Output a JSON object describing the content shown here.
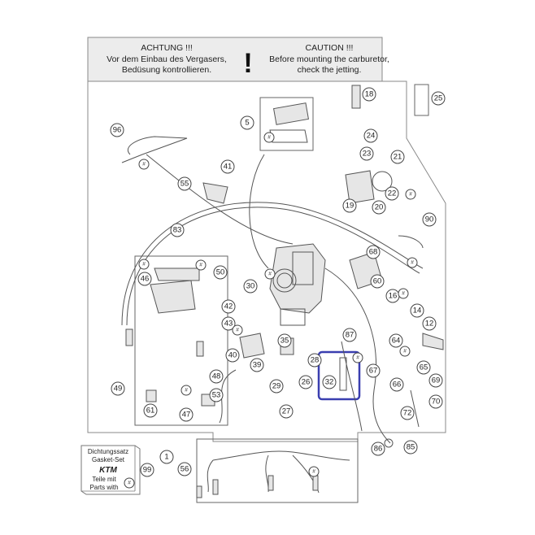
{
  "warning": {
    "de_title": "ACHTUNG !!!",
    "de_line1": "Vor dem Einbau des Vergasers,",
    "de_line2": "Bedüsung kontrollieren.",
    "symbol": "!",
    "en_title": "CAUTION !!!",
    "en_line1": "Before mounting the carburetor,",
    "en_line2": "check the jetting."
  },
  "gasket_set": {
    "line1": "Dichtungssatz",
    "line2": "Gasket-Set",
    "brand": "KTM",
    "line3": "Teile mit",
    "line4": "Parts with",
    "hash": "#"
  },
  "callouts": [
    "1",
    "5",
    "12",
    "14",
    "16",
    "18",
    "19",
    "20",
    "21",
    "22",
    "23",
    "24",
    "25",
    "26",
    "27",
    "28",
    "29",
    "30",
    "32",
    "35",
    "39",
    "40",
    "41",
    "42",
    "43",
    "46",
    "47",
    "48",
    "49",
    "50",
    "53",
    "55",
    "56",
    "60",
    "61",
    "64",
    "65",
    "66",
    "67",
    "68",
    "69",
    "70",
    "72",
    "83",
    "85",
    "86",
    "87",
    "90",
    "96",
    "99"
  ],
  "hash_marks": [
    "#",
    "#",
    "#",
    "#",
    "#",
    "#",
    "#",
    "#",
    "#",
    "#",
    "#",
    "#",
    "#"
  ],
  "highlight": {
    "part": "32",
    "color": "#3a3fb0"
  },
  "colors": {
    "line": "#555555",
    "frame": "#888888",
    "banner_bg": "#ececec"
  }
}
